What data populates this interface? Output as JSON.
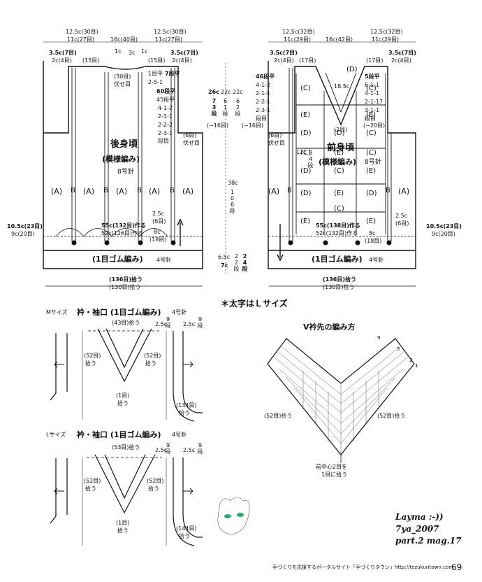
{
  "back": {
    "dim_top_left": "12.5c(30目)",
    "dim_top_left_m": "11c(27目)",
    "dim_top_mid": "16c(40目)",
    "dim_top_right": "12.5c(30目)",
    "dim_top_right_m": "11c(27目)",
    "shoulder_left": "3.5c(7目)",
    "shoulder_left_m": "2c(4目)",
    "shoulder_left_rows": "(15目)",
    "shoulder_right": "3.5c(7目)",
    "shoulder_right_m": "2c(4目)",
    "shoulder_right_rows": "(15目)",
    "neck_left": "1c",
    "neck_mid": "3c",
    "neck_right": "1c",
    "bind_off": "(30目)",
    "bind_off_label": "伏せ目",
    "dec_rows_a": "1目平",
    "dec_rows_b": "2-5-1",
    "dec_rows_c": "7段平",
    "armhole_rows": [
      "60段平",
      "45段平",
      "4-1-2",
      "2-1-1",
      "2-2-2",
      "2-3-1",
      "段目"
    ],
    "armhole_paren": "(6目)",
    "armhole_bindoff": "伏せ目",
    "armhole_minus": "(−16目)",
    "title": "後身頃",
    "pattern": "(模様編み)",
    "needle": "8号針",
    "cols": [
      "(A)",
      "B",
      "(A)",
      "B",
      "(A)",
      "B",
      "(A)",
      "B",
      "(A)"
    ],
    "side": "10.5c(23目)",
    "side_m": "9c(20目)",
    "right_2_5": "2.5c",
    "right_6": "(6目)",
    "right_8": "8c",
    "right_18": "(18目)",
    "cast_on_l": "55c(132目)作る",
    "cast_on_m": "52c(126目)作る",
    "rib": "(1目ゴム編み)",
    "rib_needle": "4号針",
    "pickup_l": "(136目)拾う",
    "pickup_m": "(130目)拾う"
  },
  "middle": {
    "h_26": "26c",
    "h_22": "22c",
    "h_22b": "22c",
    "r_73": "73段",
    "r_61": "61段",
    "r_62": "62段",
    "h_38": "38c",
    "r_106": "106段",
    "h_6_5": "6.5c",
    "h_7": "7c",
    "r_22": "22段",
    "r_24": "24段"
  },
  "front": {
    "dim_top_left": "12.5c(32目)",
    "dim_top_left_m": "11c(29目)",
    "dim_top_mid": "16c(42目)",
    "dim_top_right": "12.5c(32目)",
    "dim_top_right_m": "11c(29目)",
    "shoulder_left": "3.5c(7目)",
    "shoulder_left_m": "2c(4目)",
    "shoulder_left_rows": "(17目)",
    "shoulder_right": "3.5c(7目)",
    "shoulder_right_m": "2c(4目)",
    "shoulder_right_rows": "(17目)",
    "left_rows": [
      "46段平",
      "4-1-2",
      "2-1-1",
      "2-2-1",
      "2-3-1",
      "段目"
    ],
    "right_rows": [
      "5段平",
      "6-1-1",
      "4-1-1",
      "2-1-17",
      "3-1-1",
      "段目"
    ],
    "v_depth": "18.5c",
    "v_r": "(2目)",
    "minus_l": "(−16目)",
    "minus_r": "(−20目)",
    "armhole_paren": "(6目)",
    "armhole_bindoff": "伏せ目",
    "title": "前身頃",
    "pattern": "(模様編み)",
    "needle": "8号針",
    "side_h": "12c",
    "side_r": "34段",
    "cells": [
      "(D)",
      "(C)",
      "(C)",
      "(E)",
      "(E)",
      "(D)",
      "(C)",
      "(D)",
      "(C)",
      "(E)",
      "(D)",
      "(E)",
      "(D)",
      "(C)",
      "(E)",
      "(E)",
      "(D)",
      "(E)",
      "(C)",
      "(C)"
    ],
    "side_cols": [
      "(A)",
      "B",
      "B",
      "(A)"
    ],
    "side": "10.5c(23目)",
    "side_m": "9c(20目)",
    "left_2_5": "2.5c",
    "left_6": "(6目)",
    "left_8": "8c",
    "left_18": "(18目)",
    "cast_on_l": "55c(138目)作る",
    "cast_on_m": "52c(132目)作る",
    "rib": "(1目ゴム編み)",
    "rib_needle": "4号針",
    "pickup_l": "(136目)拾う",
    "pickup_m": "(130目)拾う"
  },
  "note": "＊太字はＬサイズ",
  "m_collar": {
    "size": "Mサイズ",
    "title": "衿・袖口 (1目ゴム編み)",
    "needle": "4号針",
    "top": "(43目)拾う",
    "l52": "(52目)",
    "l52b": "拾う",
    "r52": "(52目)",
    "r52b": "拾う",
    "center": "(1目)",
    "center_b": "拾う",
    "side": "2.5c",
    "side_r": "9段",
    "side2": "2.5c",
    "side2_r": "9段",
    "cuff": "(134目)",
    "cuff_b": "拾う"
  },
  "l_collar": {
    "size": "Lサイズ",
    "title": "衿・袖口 (1目ゴム編み)",
    "needle": "4号針",
    "top": "(53目)拾う",
    "l52": "(52目)",
    "l52b": "拾う",
    "r52": "(52目)",
    "r52b": "拾う",
    "center": "(1目)",
    "center_b": "拾う",
    "side": "2.5c",
    "side_r": "9段",
    "side2": "2.5c",
    "side2_r": "9段",
    "cuff": "(144目)",
    "cuff_b": "拾う"
  },
  "vneck": {
    "title": "V衿先の編み方",
    "left": "(52目)拾う",
    "right": "(52目)拾う",
    "center1": "前中心2目を",
    "center2": "1目に拾う",
    "n9": "9",
    "n5": "5",
    "n1": "1",
    "n2": "2"
  },
  "watermark": {
    "line1": "Layma :-))",
    "line2": "7ya_2007",
    "line3": "part.2 mag.17"
  },
  "footer": {
    "text": "手づくりを応援するポータルサイト「手づくりタウン」http://tezukuritown.com",
    "page": "69"
  }
}
